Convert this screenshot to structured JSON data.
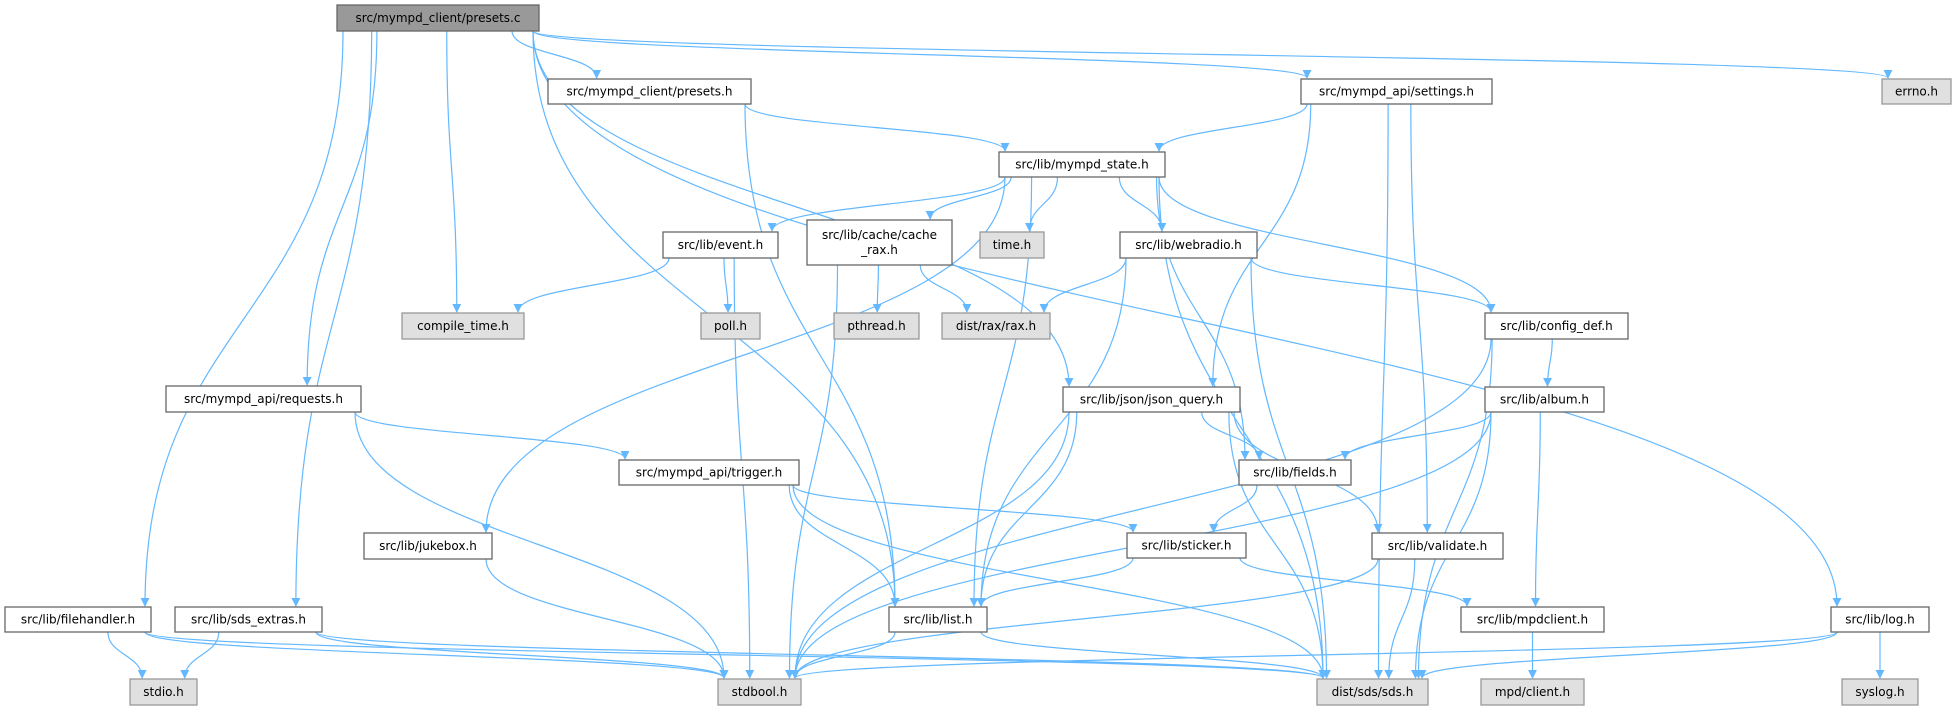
{
  "colors": {
    "edge": "#63b8ff",
    "root_fill": "#999999",
    "external_fill": "#e0e0e0",
    "internal_fill": "#ffffff"
  },
  "nodes": [
    {
      "id": "presets_c",
      "label": [
        "src/mympd_client/presets.c"
      ],
      "kind": "root"
    },
    {
      "id": "presets_h",
      "label": [
        "src/mympd_client/presets.h"
      ],
      "kind": "internal"
    },
    {
      "id": "settings_h",
      "label": [
        "src/mympd_api/settings.h"
      ],
      "kind": "internal"
    },
    {
      "id": "errno_h",
      "label": [
        "errno.h"
      ],
      "kind": "external"
    },
    {
      "id": "mympd_state_h",
      "label": [
        "src/lib/mympd_state.h"
      ],
      "kind": "internal"
    },
    {
      "id": "event_h",
      "label": [
        "src/lib/event.h"
      ],
      "kind": "internal"
    },
    {
      "id": "cache_rax_h",
      "label": [
        "src/lib/cache/cache",
        "_rax.h"
      ],
      "kind": "internal"
    },
    {
      "id": "time_h",
      "label": [
        "time.h"
      ],
      "kind": "external"
    },
    {
      "id": "webradio_h",
      "label": [
        "src/lib/webradio.h"
      ],
      "kind": "internal"
    },
    {
      "id": "compile_time_h",
      "label": [
        "compile_time.h"
      ],
      "kind": "external"
    },
    {
      "id": "poll_h",
      "label": [
        "poll.h"
      ],
      "kind": "external"
    },
    {
      "id": "pthread_h",
      "label": [
        "pthread.h"
      ],
      "kind": "external"
    },
    {
      "id": "rax_h",
      "label": [
        "dist/rax/rax.h"
      ],
      "kind": "external"
    },
    {
      "id": "config_def_h",
      "label": [
        "src/lib/config_def.h"
      ],
      "kind": "internal"
    },
    {
      "id": "requests_h",
      "label": [
        "src/mympd_api/requests.h"
      ],
      "kind": "internal"
    },
    {
      "id": "json_query_h",
      "label": [
        "src/lib/json/json_query.h"
      ],
      "kind": "internal"
    },
    {
      "id": "album_h",
      "label": [
        "src/lib/album.h"
      ],
      "kind": "internal"
    },
    {
      "id": "trigger_h",
      "label": [
        "src/mympd_api/trigger.h"
      ],
      "kind": "internal"
    },
    {
      "id": "fields_h",
      "label": [
        "src/lib/fields.h"
      ],
      "kind": "internal"
    },
    {
      "id": "jukebox_h",
      "label": [
        "src/lib/jukebox.h"
      ],
      "kind": "internal"
    },
    {
      "id": "sticker_h",
      "label": [
        "src/lib/sticker.h"
      ],
      "kind": "internal"
    },
    {
      "id": "validate_h",
      "label": [
        "src/lib/validate.h"
      ],
      "kind": "internal"
    },
    {
      "id": "filehandler_h",
      "label": [
        "src/lib/filehandler.h"
      ],
      "kind": "internal"
    },
    {
      "id": "sds_extras_h",
      "label": [
        "src/lib/sds_extras.h"
      ],
      "kind": "internal"
    },
    {
      "id": "list_h",
      "label": [
        "src/lib/list.h"
      ],
      "kind": "internal"
    },
    {
      "id": "mpdclient_h",
      "label": [
        "src/lib/mpdclient.h"
      ],
      "kind": "internal"
    },
    {
      "id": "log_h",
      "label": [
        "src/lib/log.h"
      ],
      "kind": "internal"
    },
    {
      "id": "stdio_h",
      "label": [
        "stdio.h"
      ],
      "kind": "external"
    },
    {
      "id": "stdbool_h",
      "label": [
        "stdbool.h"
      ],
      "kind": "external"
    },
    {
      "id": "sds_h",
      "label": [
        "dist/sds/sds.h"
      ],
      "kind": "external"
    },
    {
      "id": "mpd_client_h",
      "label": [
        "mpd/client.h"
      ],
      "kind": "external"
    },
    {
      "id": "syslog_h",
      "label": [
        "syslog.h"
      ],
      "kind": "external"
    }
  ],
  "edges": [
    [
      "presets_c",
      "presets_h"
    ],
    [
      "presets_c",
      "settings_h"
    ],
    [
      "presets_c",
      "errno_h"
    ],
    [
      "presets_c",
      "log_h"
    ],
    [
      "presets_c",
      "filehandler_h"
    ],
    [
      "presets_c",
      "sds_extras_h"
    ],
    [
      "presets_c",
      "requests_h"
    ],
    [
      "presets_c",
      "compile_time_h"
    ],
    [
      "presets_c",
      "list_h"
    ],
    [
      "presets_c",
      "json_query_h"
    ],
    [
      "presets_h",
      "mympd_state_h"
    ],
    [
      "presets_h",
      "list_h"
    ],
    [
      "settings_h",
      "mympd_state_h"
    ],
    [
      "settings_h",
      "json_query_h"
    ],
    [
      "settings_h",
      "validate_h"
    ],
    [
      "settings_h",
      "sds_h"
    ],
    [
      "mympd_state_h",
      "event_h"
    ],
    [
      "mympd_state_h",
      "cache_rax_h"
    ],
    [
      "mympd_state_h",
      "time_h"
    ],
    [
      "mympd_state_h",
      "webradio_h"
    ],
    [
      "mympd_state_h",
      "config_def_h"
    ],
    [
      "mympd_state_h",
      "fields_h"
    ],
    [
      "mympd_state_h",
      "list_h"
    ],
    [
      "mympd_state_h",
      "sds_h"
    ],
    [
      "mympd_state_h",
      "jukebox_h"
    ],
    [
      "event_h",
      "compile_time_h"
    ],
    [
      "event_h",
      "poll_h"
    ],
    [
      "event_h",
      "stdbool_h"
    ],
    [
      "cache_rax_h",
      "pthread_h"
    ],
    [
      "cache_rax_h",
      "rax_h"
    ],
    [
      "cache_rax_h",
      "stdbool_h"
    ],
    [
      "webradio_h",
      "rax_h"
    ],
    [
      "webradio_h",
      "config_def_h"
    ],
    [
      "webradio_h",
      "list_h"
    ],
    [
      "webradio_h",
      "sds_h"
    ],
    [
      "config_def_h",
      "album_h"
    ],
    [
      "config_def_h",
      "stdbool_h"
    ],
    [
      "config_def_h",
      "sds_h"
    ],
    [
      "album_h",
      "fields_h"
    ],
    [
      "album_h",
      "mpdclient_h"
    ],
    [
      "album_h",
      "sds_h"
    ],
    [
      "album_h",
      "stdbool_h"
    ],
    [
      "json_query_h",
      "fields_h"
    ],
    [
      "json_query_h",
      "validate_h"
    ],
    [
      "json_query_h",
      "list_h"
    ],
    [
      "json_query_h",
      "stdbool_h"
    ],
    [
      "json_query_h",
      "sds_h"
    ],
    [
      "requests_h",
      "trigger_h"
    ],
    [
      "requests_h",
      "stdbool_h"
    ],
    [
      "trigger_h",
      "sticker_h"
    ],
    [
      "trigger_h",
      "list_h"
    ],
    [
      "trigger_h",
      "sds_h"
    ],
    [
      "fields_h",
      "sticker_h"
    ],
    [
      "jukebox_h",
      "stdbool_h"
    ],
    [
      "sticker_h",
      "list_h"
    ],
    [
      "sticker_h",
      "mpdclient_h"
    ],
    [
      "validate_h",
      "stdbool_h"
    ],
    [
      "validate_h",
      "sds_h"
    ],
    [
      "filehandler_h",
      "stdio_h"
    ],
    [
      "filehandler_h",
      "stdbool_h"
    ],
    [
      "filehandler_h",
      "sds_h"
    ],
    [
      "sds_extras_h",
      "stdio_h"
    ],
    [
      "sds_extras_h",
      "stdbool_h"
    ],
    [
      "sds_extras_h",
      "sds_h"
    ],
    [
      "list_h",
      "stdbool_h"
    ],
    [
      "list_h",
      "sds_h"
    ],
    [
      "mpdclient_h",
      "mpd_client_h"
    ],
    [
      "log_h",
      "syslog_h"
    ],
    [
      "log_h",
      "stdbool_h"
    ],
    [
      "log_h",
      "sds_h"
    ]
  ]
}
